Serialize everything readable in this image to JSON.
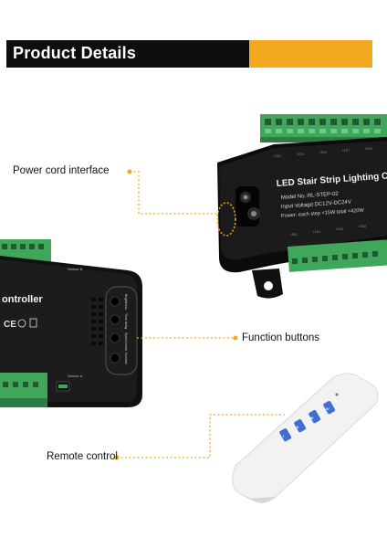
{
  "header": {
    "title": "Product Details",
    "colors": {
      "bar": "#0e0e0e",
      "accent": "#f3a91f"
    }
  },
  "callouts": {
    "power_cord": "Power cord interface",
    "function_buttons": "Function buttons",
    "remote_control": "Remote control"
  },
  "device_main": {
    "title": "LED Stair Strip Lighting C",
    "model": "Model No.:RL-STEP-02",
    "input_voltage": "Input Voltage:DC12V-DC24V",
    "power": "Power: each step <15W  total <420W"
  },
  "device_side": {
    "title_fragment": "ontroller",
    "sensor_b": "Sensor B",
    "sensor_a": "Sensor A",
    "buttons": [
      "Brightness",
      "Time delay",
      "Speed mode",
      "Number"
    ]
  },
  "remote": {
    "buttons": [
      "I",
      "II",
      "III",
      "IV"
    ]
  }
}
